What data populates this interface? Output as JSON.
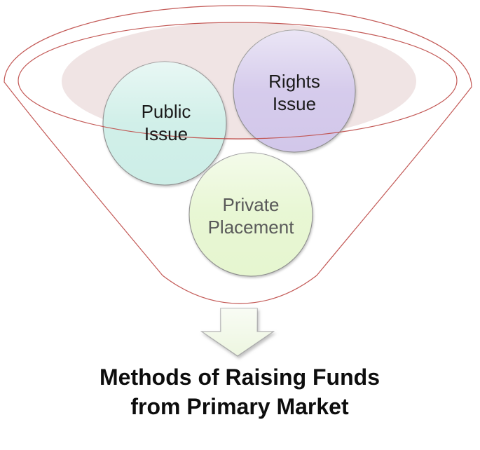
{
  "title": {
    "line1": "Methods of Raising Funds",
    "line2": "from Primary Market",
    "color": "#0d0d0d"
  },
  "funnel": {
    "outline_color": "#c0504d",
    "basin_fill_color": "#f0e4e4"
  },
  "methods": [
    {
      "label_line1": "Public",
      "label_line2": "Issue",
      "fill": "#cdeee7",
      "text_color": "#1a1a1a"
    },
    {
      "label_line1": "Rights",
      "label_line2": "Issue",
      "fill": "#d2c7ea",
      "text_color": "#1a1a1a"
    },
    {
      "label_line1": "Private",
      "label_line2": "Placement",
      "fill": "#e6f6d0",
      "text_color": "#595959"
    }
  ],
  "arrow": {
    "direction": "down",
    "fill": "#edf6e0",
    "border_color": "#a6a6a6"
  }
}
